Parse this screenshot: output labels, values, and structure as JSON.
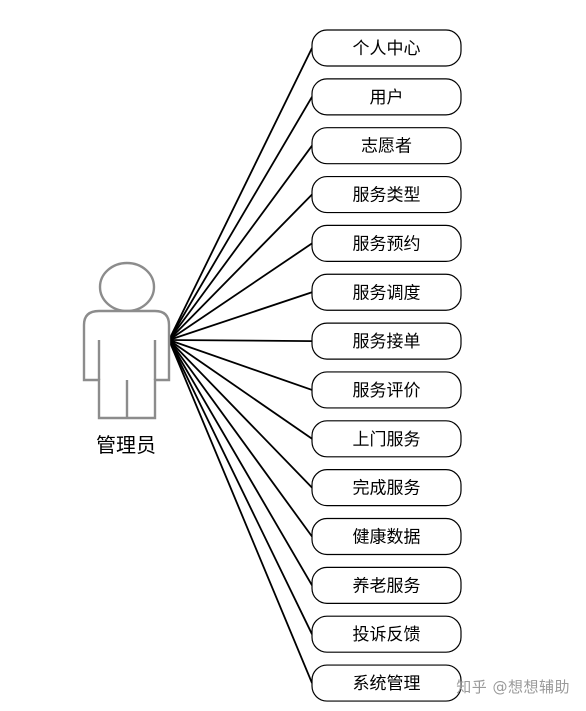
{
  "actor": {
    "label": "管理员"
  },
  "use_cases": [
    {
      "label": "个人中心"
    },
    {
      "label": "用户"
    },
    {
      "label": "志愿者"
    },
    {
      "label": "服务类型"
    },
    {
      "label": "服务预约"
    },
    {
      "label": "服务调度"
    },
    {
      "label": "服务接单"
    },
    {
      "label": "服务评价"
    },
    {
      "label": "上门服务"
    },
    {
      "label": "完成服务"
    },
    {
      "label": "健康数据"
    },
    {
      "label": "养老服务"
    },
    {
      "label": "投诉反馈"
    },
    {
      "label": "系统管理"
    }
  ],
  "watermark": {
    "text": "知乎 @想想辅助"
  },
  "colors": {
    "actor_outline": "#8c8c8c",
    "line": "#000000",
    "box_border": "#000000",
    "watermark": "#9a9a9a"
  }
}
